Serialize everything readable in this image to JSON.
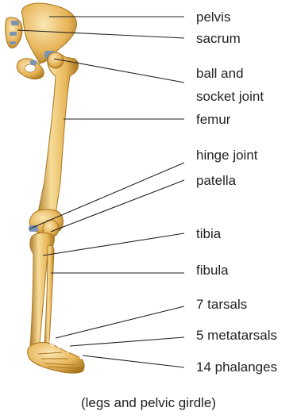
{
  "labels": {
    "pelvis": "pelvis",
    "sacrum": "sacrum",
    "ball_socket_line1": "ball and",
    "ball_socket_line2": "socket joint",
    "femur": "femur",
    "hinge_joint": "hinge joint",
    "patella": "patella",
    "tibia": "tibia",
    "fibula": "fibula",
    "tarsals": "7 tarsals",
    "metatarsals": "5 metatarsals",
    "phalanges": "14 phalanges"
  },
  "caption": "(legs and pelvic girdle)",
  "colors": {
    "bone": "#e8b85a",
    "bone_highlight": "#f6dc9a",
    "bone_shadow": "#b07e2a",
    "cartilage": "#7d93b3",
    "leader_line": "#231f20",
    "text": "#231f20"
  }
}
